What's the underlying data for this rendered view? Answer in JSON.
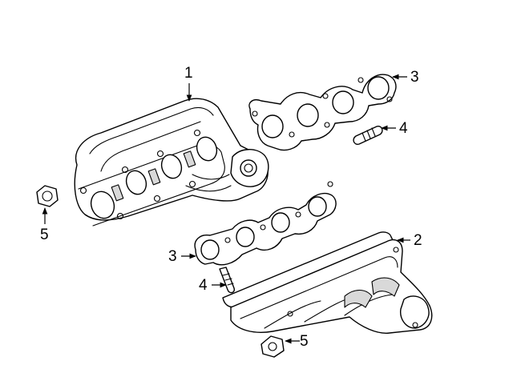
{
  "callouts": [
    {
      "id": "c1",
      "label": "1"
    },
    {
      "id": "c2",
      "label": "2"
    },
    {
      "id": "c3a",
      "label": "3"
    },
    {
      "id": "c3b",
      "label": "3"
    },
    {
      "id": "c4a",
      "label": "4"
    },
    {
      "id": "c4b",
      "label": "4"
    },
    {
      "id": "c5a",
      "label": "5"
    },
    {
      "id": "c5b",
      "label": "5"
    }
  ]
}
